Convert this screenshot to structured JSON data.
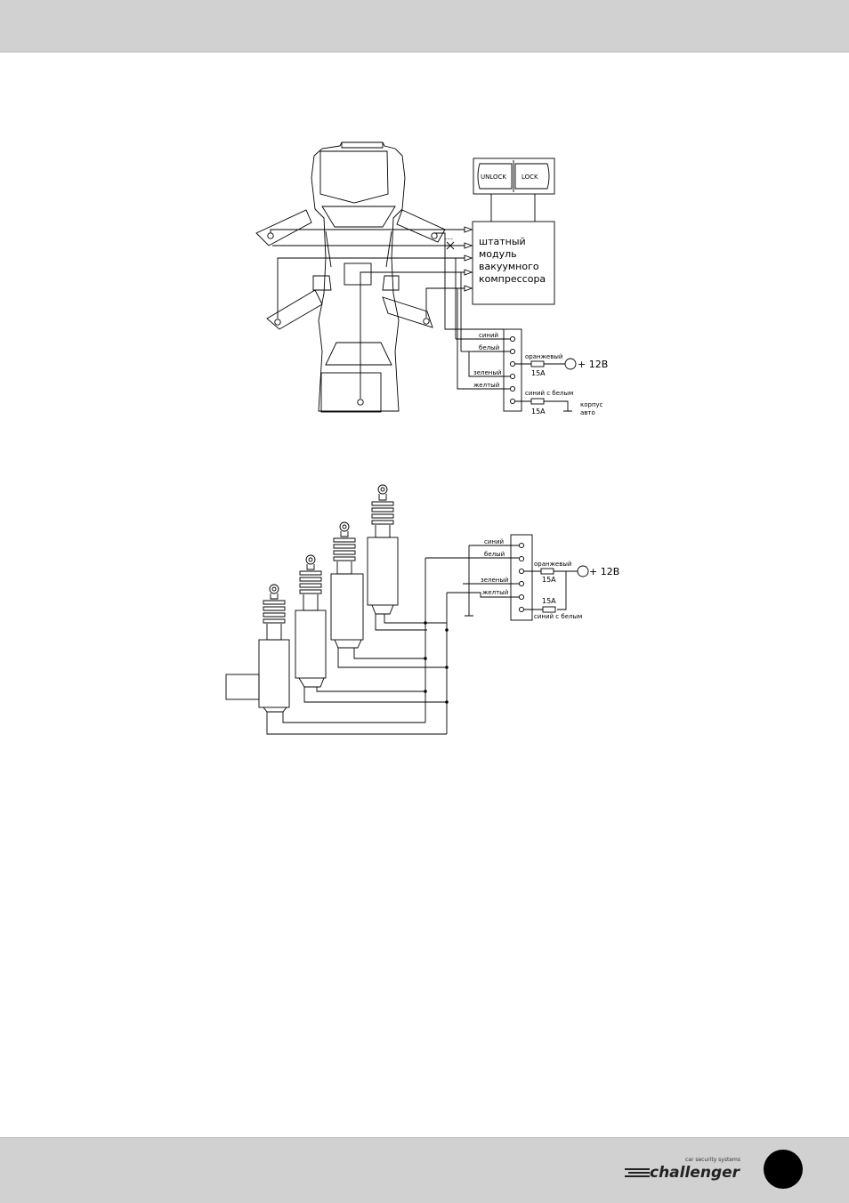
{
  "brand": {
    "tagline": "car security systems",
    "name": "challenger"
  },
  "diagram1": {
    "buttons": {
      "unlock": "UNLOCK",
      "lock": "LOCK"
    },
    "module_lines": [
      "штатный",
      "модуль",
      "вакуумного",
      "компрессора"
    ],
    "wires": {
      "blue": "синий",
      "white": "белый",
      "green": "зеленый",
      "yellow": "желтый",
      "orange": "оранжевый",
      "blue_white": "синий с белым"
    },
    "fuse1": "15A",
    "fuse2": "15A",
    "plus12": "+ 12В",
    "ground": [
      "корпус",
      "авто"
    ]
  },
  "diagram2": {
    "wires": {
      "blue": "синий",
      "white": "белый",
      "green": "зеленый",
      "yellow": "желтый",
      "orange": "оранжевый",
      "blue_white": "синий с белым"
    },
    "fuse1": "15A",
    "fuse2": "15A",
    "plus12": "+ 12В"
  }
}
